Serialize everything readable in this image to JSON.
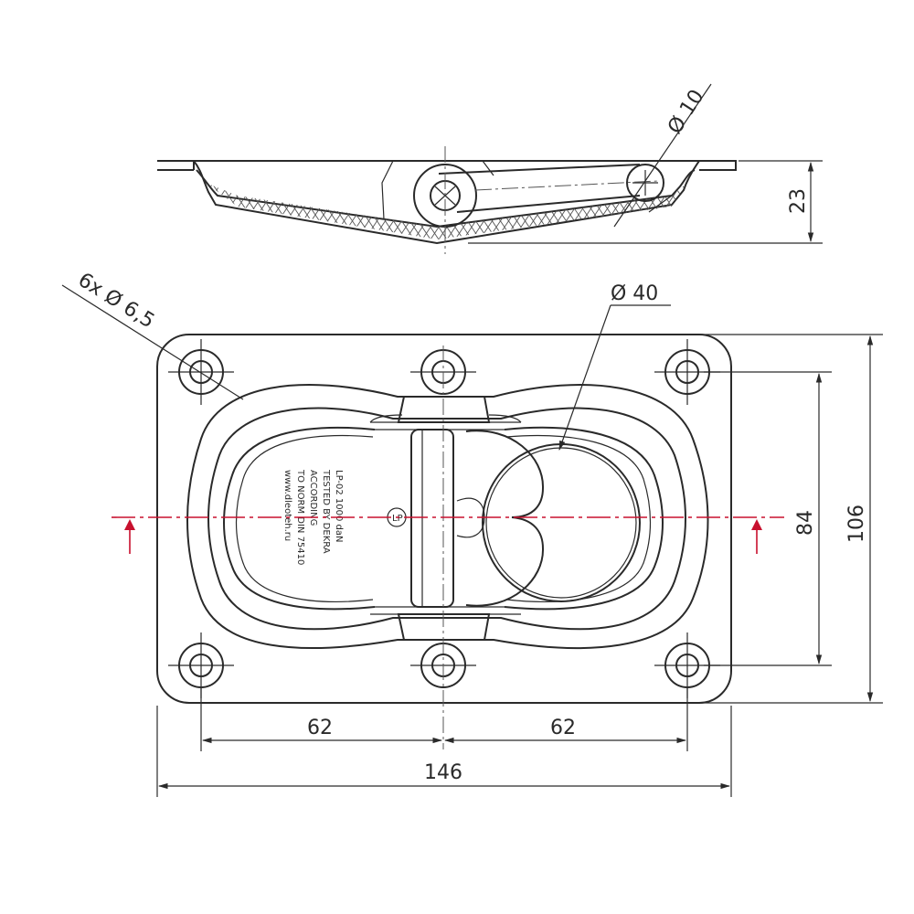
{
  "dimensions": {
    "hole_spec": "6x Ø 6,5",
    "ring_diameter": "Ø 40",
    "pin_diameter": "Ø 10",
    "height_side": "23",
    "height_inner": "84",
    "height_outer": "106",
    "width_left": "62",
    "width_right": "62",
    "width_total": "146"
  },
  "plate_marking": [
    "LP-02 1000 daN",
    "TESTED BY DEKRA",
    "ACCORDING",
    "TO NORM DIN 75410",
    "www.dleoteh.ru"
  ],
  "colors": {
    "section_mark": "#c8102e",
    "line": "#2a2a2a"
  }
}
